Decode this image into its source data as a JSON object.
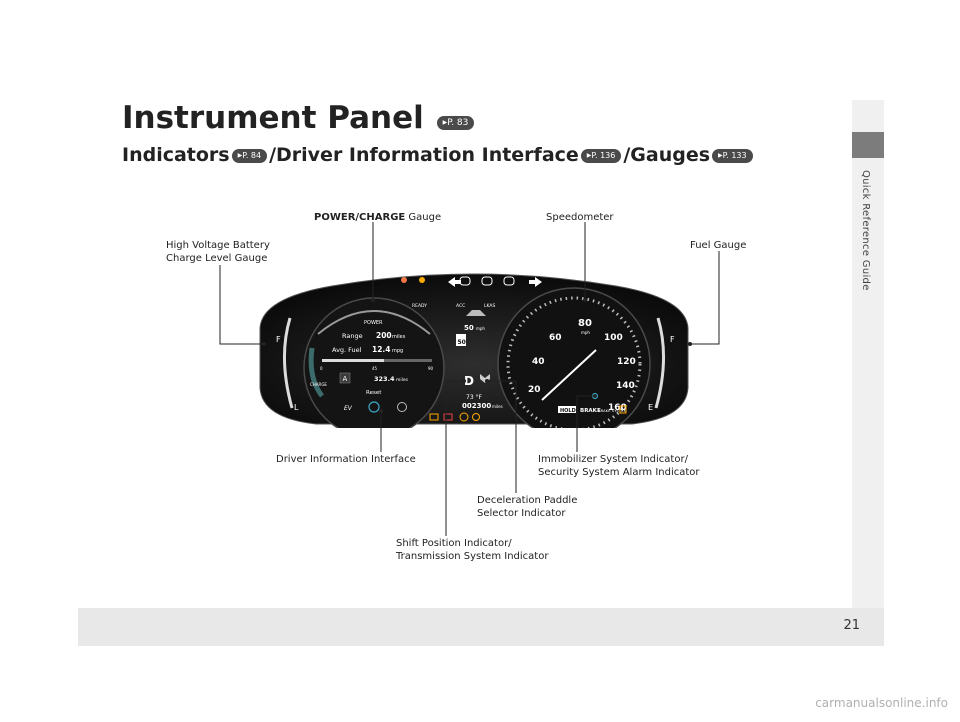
{
  "header": {
    "title": "Instrument Panel",
    "title_ref": "P. 83",
    "subtitle_part1": "Indicators",
    "subtitle_ref1": "P. 84",
    "subtitle_part2": "/Driver Information Interface",
    "subtitle_ref2": "P. 136",
    "subtitle_part3": "/Gauges",
    "subtitle_ref3": "P. 133"
  },
  "sidebar": {
    "label": "Quick Reference Guide"
  },
  "footer": {
    "page_number": "21"
  },
  "watermark": "carmanualsonline.info",
  "callouts": {
    "power_charge_bold": "POWER/CHARGE",
    "power_charge_rest": " Gauge",
    "speedometer": "Speedometer",
    "hv_battery_line1": "High Voltage Battery",
    "hv_battery_line2": "Charge Level Gauge",
    "fuel_gauge": "Fuel Gauge",
    "driver_info": "Driver Information Interface",
    "immobilizer_line1": "Immobilizer System Indicator/",
    "immobilizer_line2": "Security System Alarm Indicator",
    "decel_line1": "Deceleration Paddle",
    "decel_line2": "Selector Indicator",
    "shift_line1": "Shift Position Indicator/",
    "shift_line2": "Transmission System Indicator"
  },
  "cluster": {
    "power_label": "POWER",
    "charge_label": "CHARGE",
    "range_label": "Range",
    "range_value": "200",
    "range_unit": "miles",
    "avg_fuel_label": "Avg. Fuel",
    "avg_fuel_value": "12.4",
    "avg_fuel_unit": "mpg",
    "trip_value": "323.4",
    "trip_unit": "miles",
    "reset_label": "Reset",
    "scale_0": "0",
    "scale_45": "45",
    "scale_90": "90",
    "trip_a": "A",
    "ready": "READY",
    "acc": "ACC",
    "lkas": "LKAS",
    "acc_speed": "50",
    "acc_unit": "mph",
    "limit_value": "50",
    "shift": "D",
    "temp": "73 °F",
    "odometer": "002300",
    "odo_unit": "miles",
    "fuel_full": "F",
    "fuel_empty": "E",
    "hv_full": "F",
    "hv_low": "L",
    "speed_unit": "mph",
    "speed_20": "20",
    "speed_40": "40",
    "speed_60": "60",
    "speed_80": "80",
    "speed_100": "100",
    "speed_120": "120",
    "speed_140": "140",
    "speed_160": "160",
    "hold": "HOLD",
    "brake": "BRAKE",
    "brake_system": "BRAKE SYSTEM",
    "ev_label": "EV"
  }
}
